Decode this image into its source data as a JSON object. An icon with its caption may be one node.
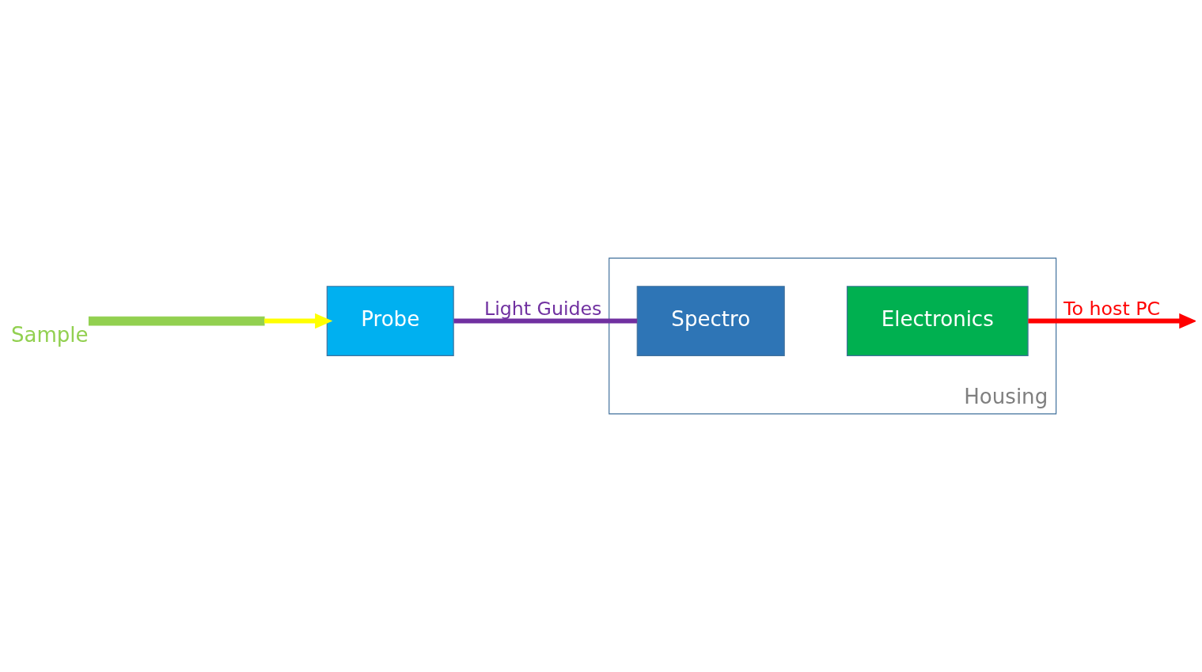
{
  "diagram": {
    "nodes": [
      {
        "text": [
          "Housing"
        ]
      },
      {
        "text": [
          "Spectro"
        ],
        "in": 0
      },
      {
        "text": [
          "Electronics"
        ],
        "in": 0
      },
      {
        "text": [
          "Probe"
        ]
      },
      {
        "text": [],
        "shape": "bar",
        "beside": [
          "Sample"
        ]
      }
    ],
    "edges": [
      {
        "from": 4,
        "to": 3,
        "arrow": "to",
        "color": "#ffff00"
      },
      {
        "from": 3,
        "to": 1,
        "arrow": "none",
        "color": "#7030a0",
        "label": "Light Guides"
      },
      {
        "from": 2,
        "to": null,
        "arrow": "to",
        "color": "#ff0000",
        "label": "To host PC"
      }
    ]
  }
}
